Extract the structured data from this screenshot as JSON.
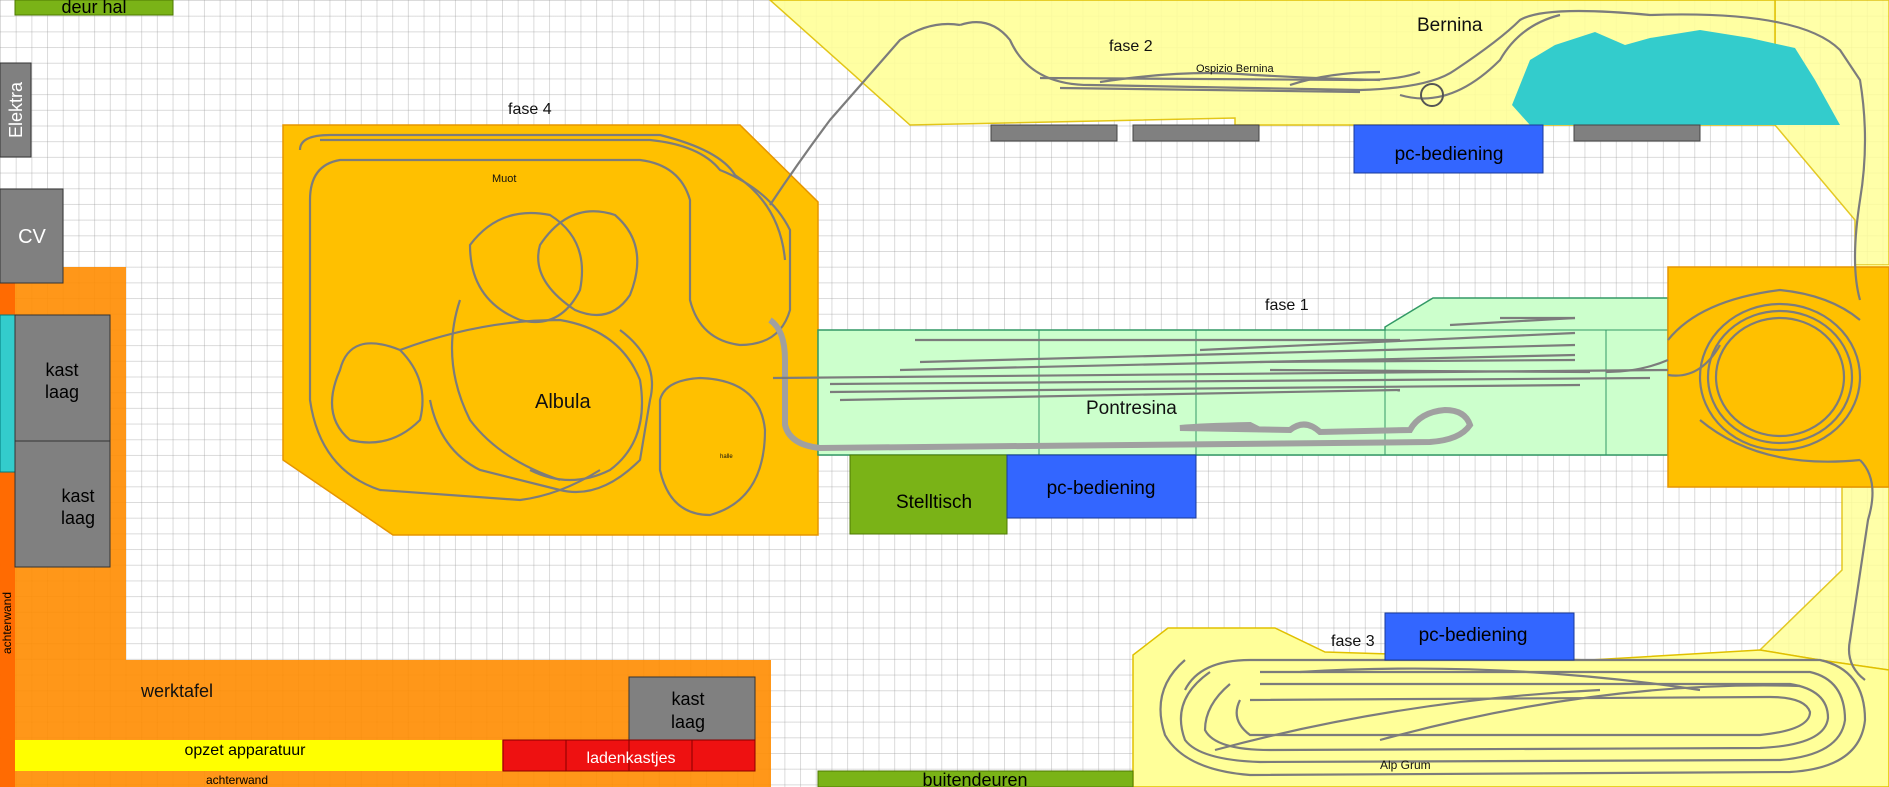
{
  "colors": {
    "werkzone": "#ff8c00",
    "albula_zone": "#ffc000",
    "bernina_zone": "#ffff99",
    "pontresina_zone": "#ccffcc",
    "cabinet": "#808080",
    "pc_panel": "#3366ff",
    "stelltisch": "#7ab317",
    "doors": "#7ab317",
    "drawers": "#ee1111",
    "equipment": "#ffff00",
    "lake": "#33cccc",
    "track": "#8a8a8a"
  },
  "labels": {
    "deur_hal": "deur hal",
    "elektra": "Elektra",
    "cv": "CV",
    "kast_laag_1": [
      "kast",
      "laag"
    ],
    "kast_laag_2": [
      "kast",
      "laag"
    ],
    "kast_laag_3": [
      "kast",
      "laag"
    ],
    "achterwand_left": "achterwand",
    "achterwand_bottom": "achterwand",
    "werktafel": "werktafel",
    "opzet_apparatuur": "opzet apparatuur",
    "ladenkastjes": "ladenkastjes",
    "buitendeuren": "buitendeuren",
    "fase1": "fase 1",
    "fase2": "fase 2",
    "fase3": "fase 3",
    "fase4": "fase 4",
    "bernina": "Bernina",
    "ospizio": "Ospizio Bernina",
    "albula": "Albula",
    "muot": "Muot",
    "sub_albula": "halle",
    "pontresina": "Pontresina",
    "stelltisch": "Stelltisch",
    "pc1": "pc-bediening",
    "pc2": "pc-bediening",
    "pc3": "pc-bediening",
    "alp_grum": "Alp Grum"
  }
}
